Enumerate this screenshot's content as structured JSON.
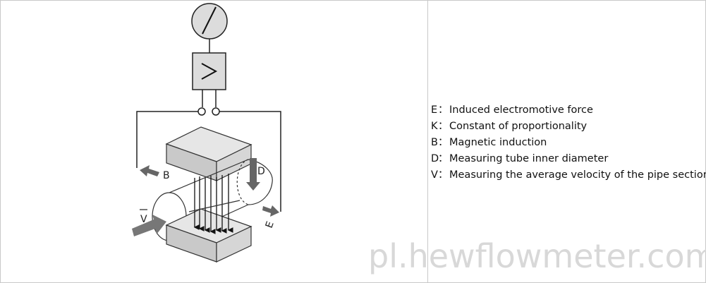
{
  "diagram": {
    "labels": {
      "B": "B",
      "D": "D",
      "E": "E",
      "V": "V"
    }
  },
  "legend": [
    {
      "symbol": "E",
      "separator": "：",
      "text": "Induced electromotive force"
    },
    {
      "symbol": "K",
      "separator": "：",
      "text": "Constant of proportionality"
    },
    {
      "symbol": "B",
      "separator": "：",
      "text": "Magnetic induction"
    },
    {
      "symbol": "D",
      "separator": "：",
      "text": "Measuring tube inner diameter"
    },
    {
      "symbol": "V",
      "separator": "：",
      "text": "Measuring the average velocity of the pipe section"
    }
  ],
  "watermark": "pl.hewflowmeter.com"
}
